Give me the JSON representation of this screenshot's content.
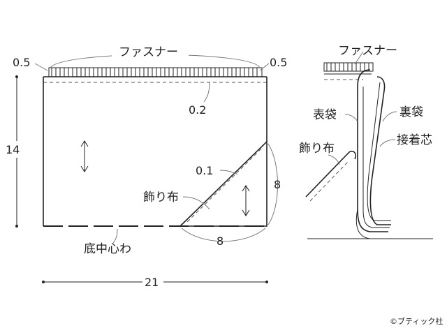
{
  "pattern": {
    "zipper": "ファスナー",
    "zipper_margin_left": "0.5",
    "zipper_margin_right": "0.5",
    "top_stitch": "0.2",
    "height": "14",
    "width": "21",
    "corner_height": "8",
    "corner_width": "8",
    "decor_stitch": "0.1",
    "decor_cloth": "飾り布",
    "bottom_fold": "底中心わ"
  },
  "section": {
    "zipper": "ファスナー",
    "outer_bag": "表袋",
    "lining": "裏袋",
    "interfacing": "接着芯",
    "decor_cloth": "飾り布"
  },
  "copyright": "©ブティック社"
}
